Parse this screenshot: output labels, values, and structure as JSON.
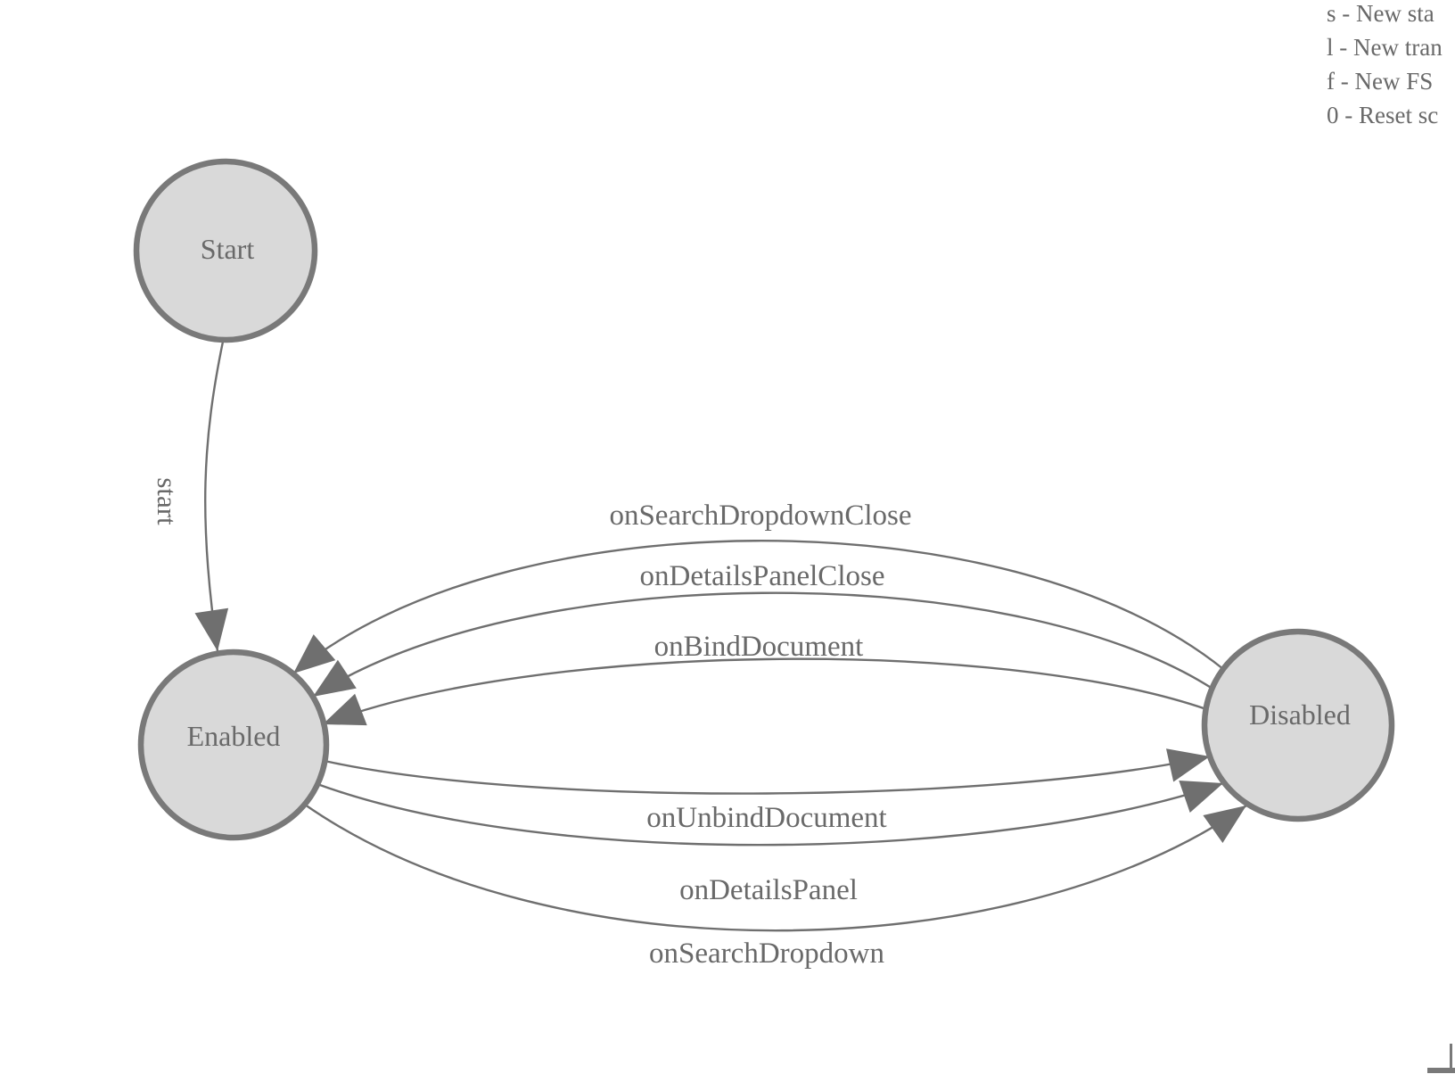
{
  "diagram": {
    "colors": {
      "background": "#ffffff",
      "node-fill": "#d9d9d9",
      "node-stroke": "#797979",
      "edge": "#6f6f6f",
      "text": "#696969"
    },
    "nodes": [
      {
        "id": "Start",
        "label": "Start"
      },
      {
        "id": "Enabled",
        "label": "Enabled"
      },
      {
        "id": "Disabled",
        "label": "Disabled"
      }
    ],
    "edges": [
      {
        "label": "start",
        "from": "Start",
        "to": "Enabled"
      },
      {
        "label": "onSearchDropdownClose",
        "from": "Disabled",
        "to": "Enabled"
      },
      {
        "label": "onDetailsPanelClose",
        "from": "Disabled",
        "to": "Enabled"
      },
      {
        "label": "onBindDocument",
        "from": "Disabled",
        "to": "Enabled"
      },
      {
        "label": "onUnbindDocument",
        "from": "Enabled",
        "to": "Disabled"
      },
      {
        "label": "onDetailsPanel",
        "from": "Enabled",
        "to": "Disabled"
      },
      {
        "label": "onSearchDropdown",
        "from": "Enabled",
        "to": "Disabled"
      }
    ]
  },
  "legend": {
    "lines": [
      "s - New sta",
      "l - New tran",
      "f - New FS",
      "0 - Reset sc"
    ]
  }
}
